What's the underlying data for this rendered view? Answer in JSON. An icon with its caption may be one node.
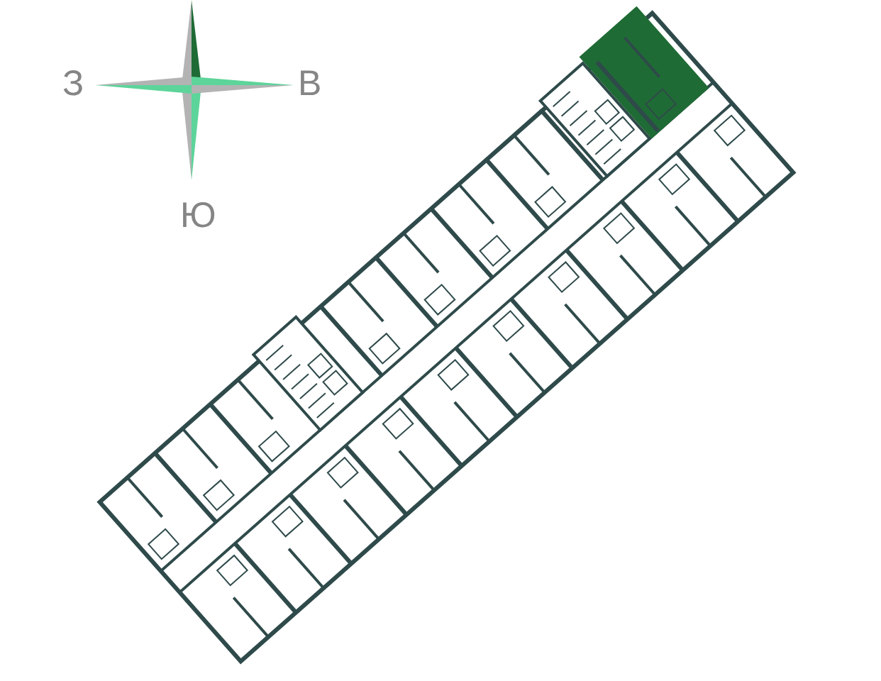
{
  "diagram": {
    "labels": [
      "З",
      "В",
      "Ю"
    ]
  }
}
